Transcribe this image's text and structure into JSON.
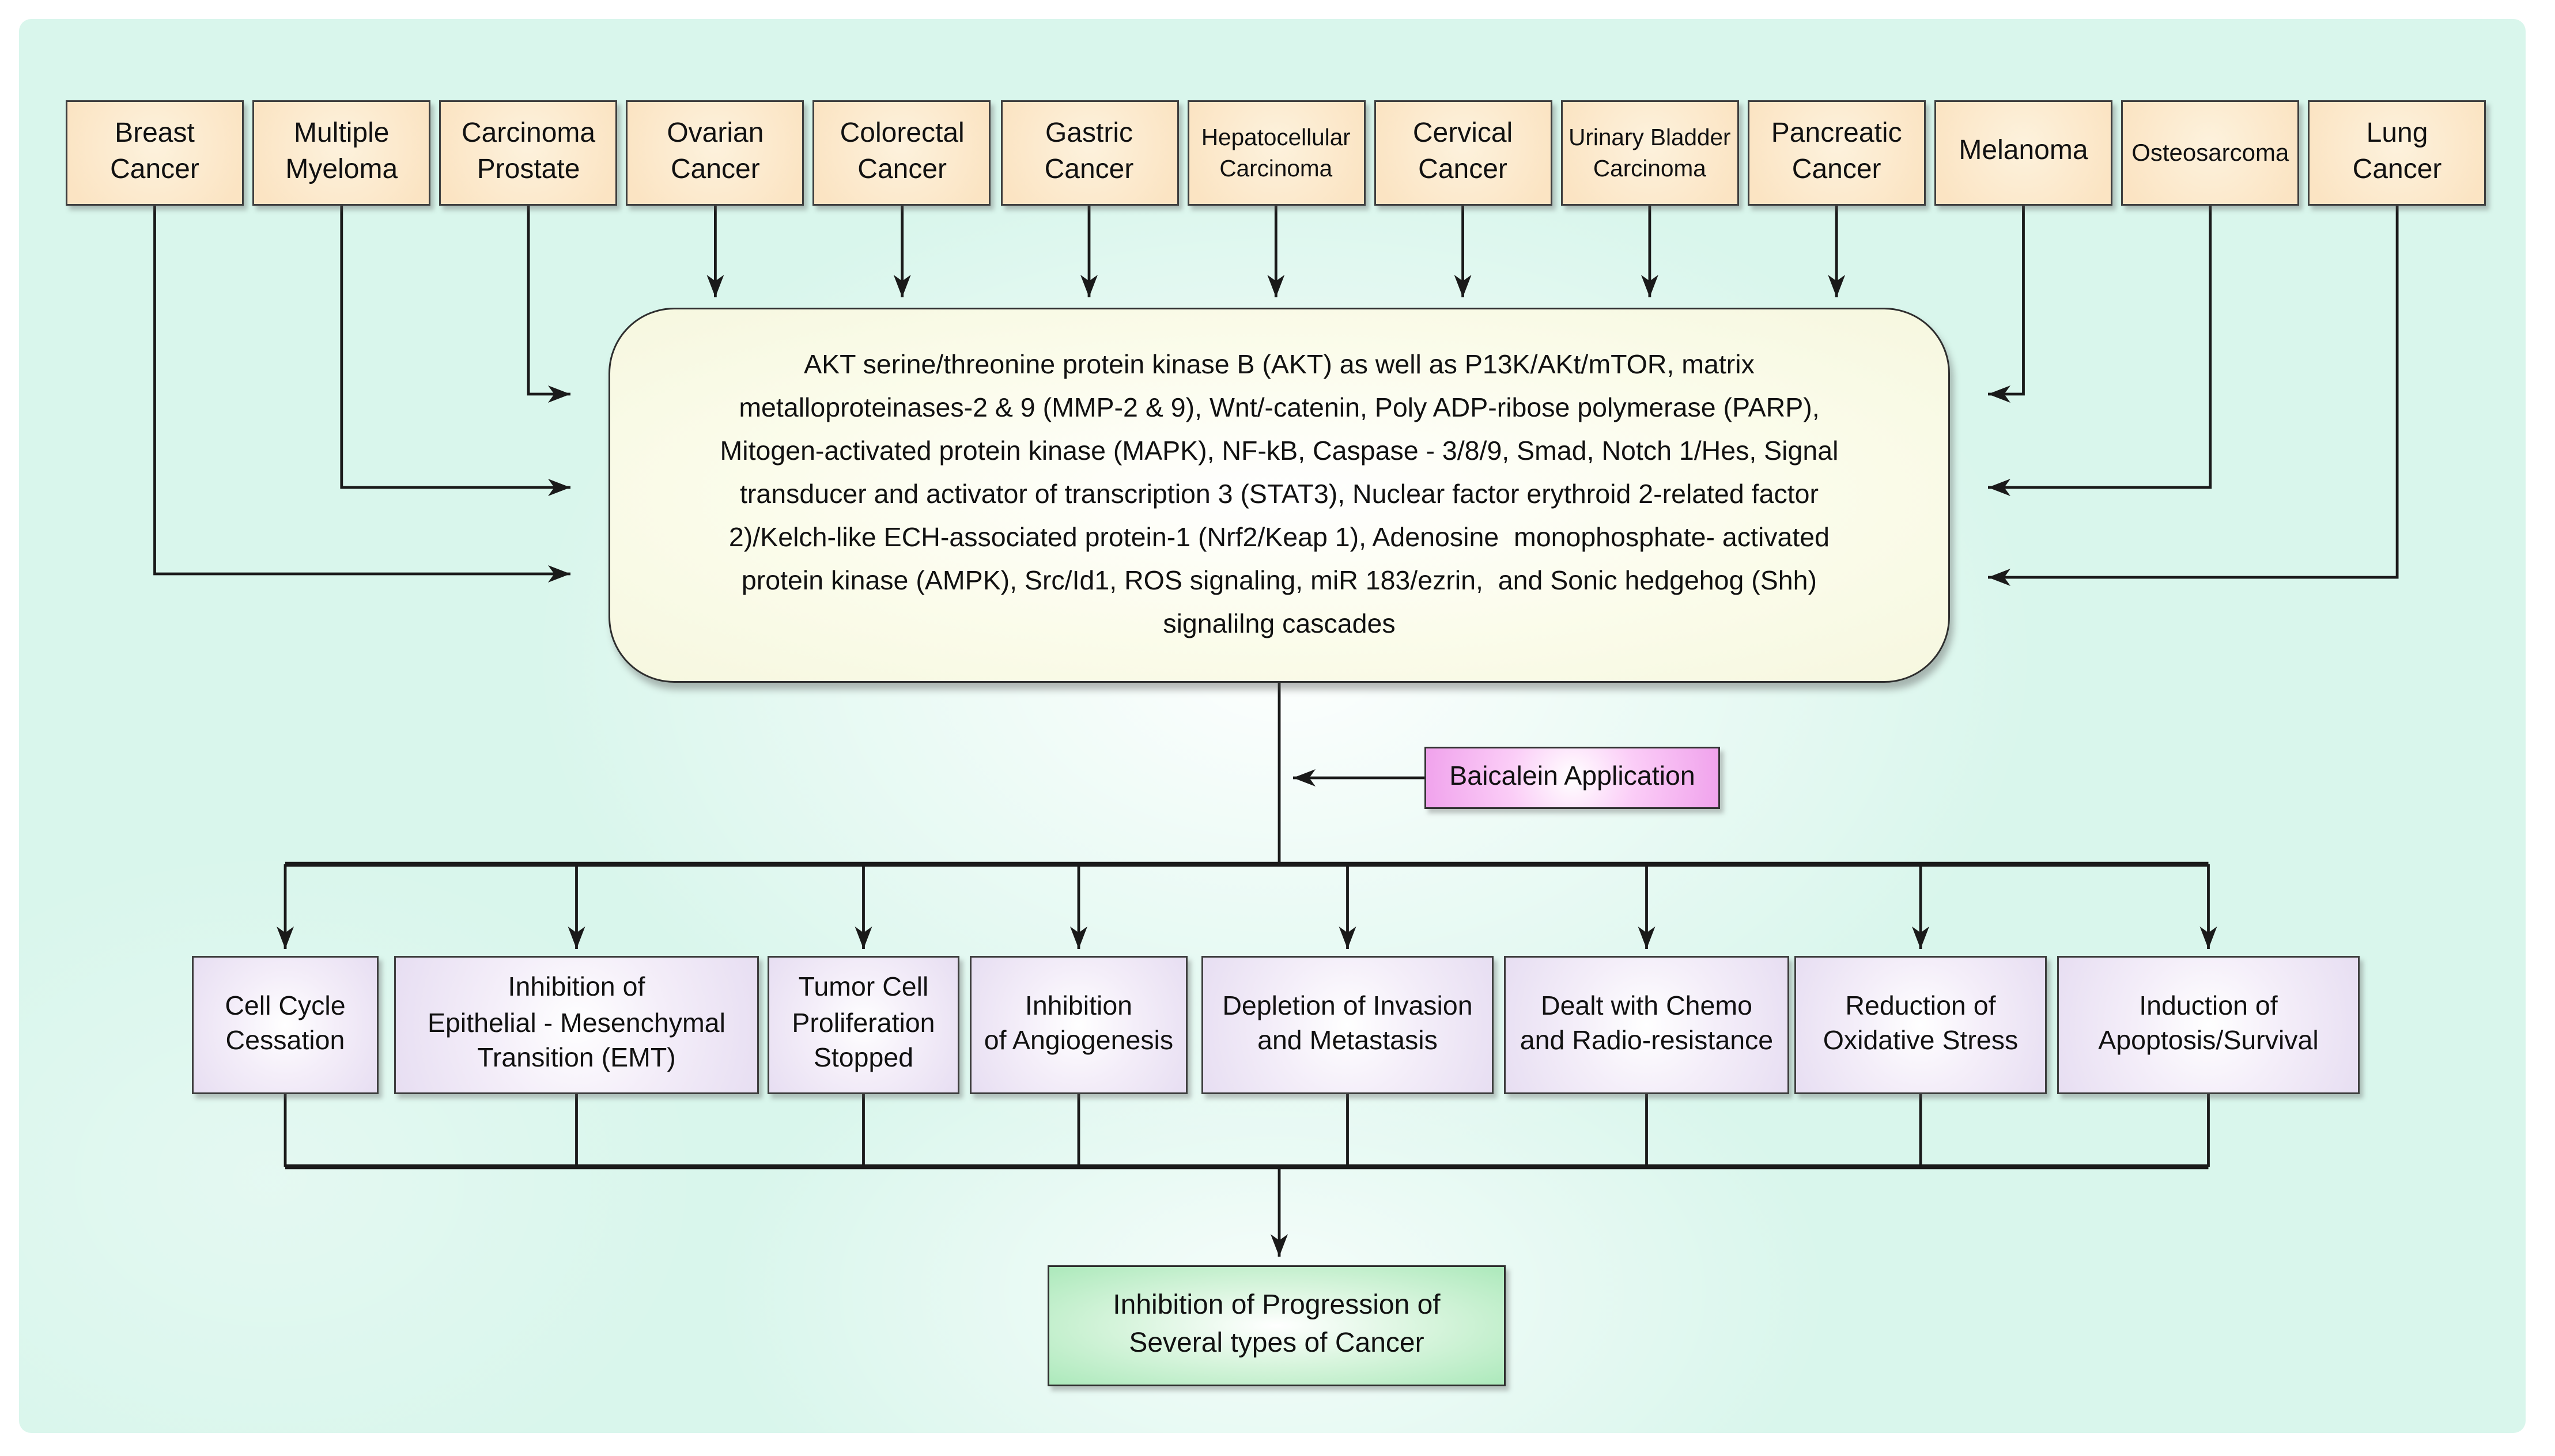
{
  "colors": {
    "background_mint": "#d9f6ec",
    "top_box_peach": "#fbe4c3",
    "central_box_ivory": "#fafbe9",
    "baicalein_pink": "#f0a2ec",
    "outcome_lavender": "#e7def2",
    "result_green": "#ace9bb",
    "line_color": "#1a1a1a"
  },
  "top_row": {
    "boxes": [
      {
        "label": "Breast\nCancer"
      },
      {
        "label": "Multiple\nMyeloma"
      },
      {
        "label": "Carcinoma\nProstate"
      },
      {
        "label": "Ovarian\nCancer"
      },
      {
        "label": "Colorectal\nCancer"
      },
      {
        "label": "Gastric\nCancer"
      },
      {
        "label": "Hepatocellular\nCarcinoma"
      },
      {
        "label": "Cervical\nCancer"
      },
      {
        "label": "Urinary Bladder\nCarcinoma"
      },
      {
        "label": "Pancreatic\nCancer"
      },
      {
        "label": "Melanoma"
      },
      {
        "label": "Osteosarcoma"
      },
      {
        "label": "Lung\nCancer"
      }
    ]
  },
  "central_box": {
    "lines": [
      "AKT serine/threonine protein kinase B (AKT) as well as P13K/AKt/mTOR, matrix",
      "metalloproteinases-2 & 9 (MMP-2 & 9), Wnt/-catenin, Poly ADP-ribose polymerase (PARP),",
      "Mitogen-activated protein kinase (MAPK), NF-kB, Caspase - 3/8/9, Smad, Notch 1/Hes, Signal",
      "transducer and activator of transcription 3 (STAT3), Nuclear factor erythroid 2-related factor",
      "2)/Kelch-like ECH-associated protein-1 (Nrf2/Keap 1), Adenosine  monophosphate- activated",
      "protein kinase (AMPK), Src/Id1, ROS signaling, miR 183/ezrin,  and Sonic hedgehog (Shh)",
      "signalilng cascades"
    ]
  },
  "baicalein": {
    "label": "Baicalein Application"
  },
  "outcomes": {
    "boxes": [
      {
        "label": "Cell Cycle\nCessation"
      },
      {
        "label": "Inhibition of\nEpithelial - Mesenchymal\nTransition (EMT)"
      },
      {
        "label": "Tumor Cell\nProliferation\nStopped"
      },
      {
        "label": "Inhibition\nof Angiogenesis"
      },
      {
        "label": "Depletion of Invasion\nand Metastasis"
      },
      {
        "label": "Dealt with Chemo\nand Radio-resistance"
      },
      {
        "label": "Reduction of\nOxidative Stress"
      },
      {
        "label": "Induction of\nApoptosis/Survival"
      }
    ]
  },
  "result_box": {
    "label": "Inhibition of Progression of\nSeveral types of Cancer"
  }
}
